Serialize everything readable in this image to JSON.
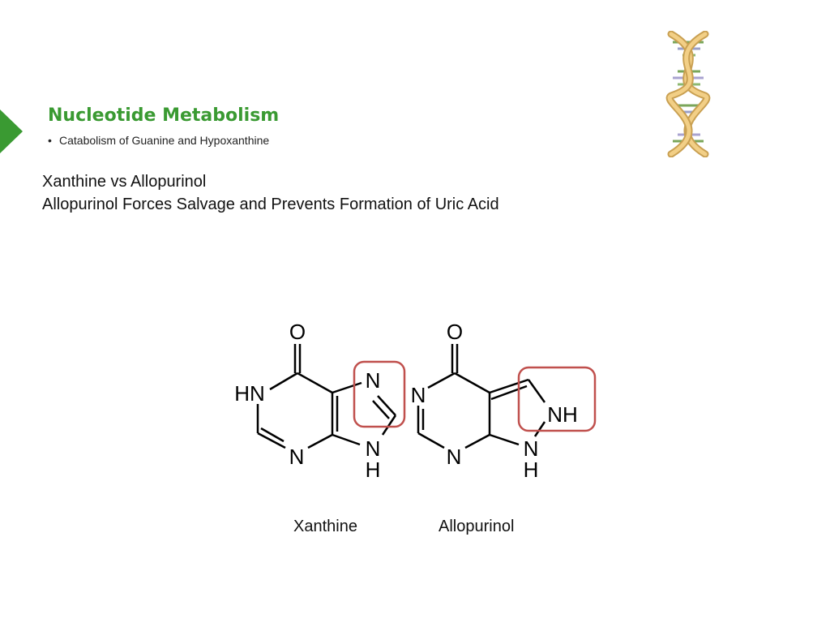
{
  "slide": {
    "title": "Nucleotide Metabolism",
    "bullet": "Catabolism of Guanine and Hypoxanthine",
    "heading_line1": "Xanthine vs Allopurinol",
    "heading_line2": "Allopurinol Forces Salvage and Prevents Formation of Uric Acid",
    "accent_color": "#3a9a32"
  },
  "dna_image": {
    "icon": "dna-double-helix-icon"
  },
  "xanthine": {
    "name": "Xanthine",
    "atoms": {
      "o": "O",
      "n1": "HN",
      "n3": "N",
      "n7": "N",
      "n9": "N",
      "h9": "H"
    }
  },
  "allopurinol": {
    "name": "Allopurinol",
    "atoms": {
      "o": "O",
      "n1": "N",
      "n3": "N",
      "nh": "NH",
      "n9": "N",
      "h9": "H"
    }
  },
  "highlight_color": "#c0504d"
}
